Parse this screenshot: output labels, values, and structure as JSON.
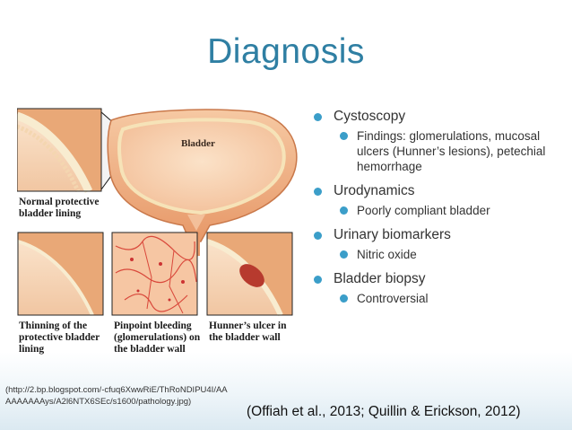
{
  "slide": {
    "title": "Diagnosis",
    "bullets": [
      {
        "label": "Cystoscopy",
        "sub": [
          "Findings: glomerulations, mucosal ulcers (Hunner’s lesions), petechial hemorrhage"
        ]
      },
      {
        "label": "Urodynamics",
        "sub": [
          "Poorly compliant bladder"
        ]
      },
      {
        "label": "Urinary biomarkers",
        "sub": [
          "Nitric oxide"
        ]
      },
      {
        "label": "Bladder biopsy",
        "sub": [
          "Controversial"
        ]
      }
    ],
    "figure": {
      "bladder_label": "Bladder",
      "normal_lining_label": "Normal protective bladder lining",
      "thinning_label": "Thinning of the protective bladder lining",
      "pinpoint_label": "Pinpoint bleeding (glomerulations) on the bladder wall",
      "hunners_label": "Hunner’s ulcer in the bladder wall"
    },
    "source_url": "(http://2.bp.blogspot.com/-cfuq6XwwRiE/ThRoNDIPU4I/AAAAAAAAAys/A2l6NTX6SEc/s1600/pathology.jpg)",
    "citation": "(Offiah et al., 2013; Quillin & Erickson, 2012)"
  },
  "colors": {
    "title": "#2f7fa3",
    "bullet": "#3b9ec9",
    "tissue": "#f2b98f",
    "lining": "#f6e3b8"
  }
}
